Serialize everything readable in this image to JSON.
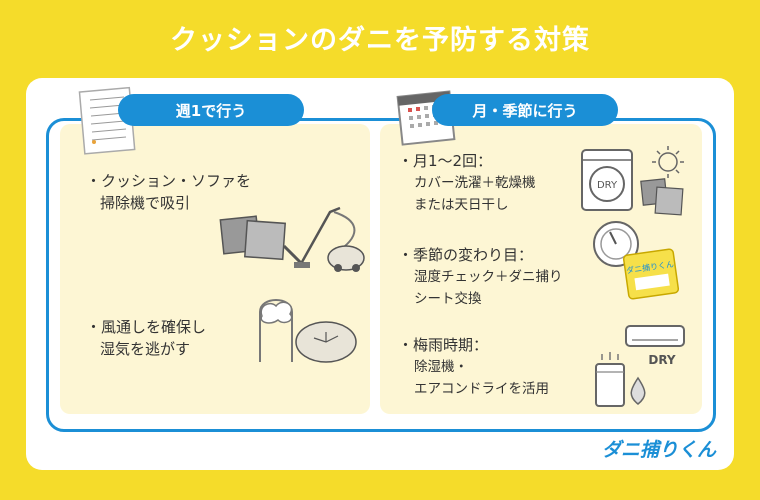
{
  "title": "クッションのダニを予防する対策",
  "left": {
    "heading": "週1で行う",
    "item1_line1": "・クッション・ソファを",
    "item1_line2": "掃除機で吸引",
    "item2_line1": "・風通しを確保し",
    "item2_line2": "湿気を逃がす"
  },
  "right": {
    "heading": "月・季節に行う",
    "item1_head": "・月1〜2回：",
    "item1_line1": "カバー洗濯＋乾燥機",
    "item1_line2": "または天日干し",
    "item2_head": "・季節の変わり目：",
    "item2_line1": "湿度チェック＋ダニ捕り",
    "item2_line2": "シート交換",
    "item3_head": "・梅雨時期：",
    "item3_line1": "除湿機・",
    "item3_line2": "エアコンドライを活用"
  },
  "icons": {
    "dryer_label": "DRY",
    "ac_label": "DRY",
    "sheet_label": "ダニ捕りくん"
  },
  "brand": "ダニ捕りくん",
  "colors": {
    "background": "#f5dc2a",
    "accent": "#1b8fd6",
    "panel": "#fdf6d4"
  }
}
